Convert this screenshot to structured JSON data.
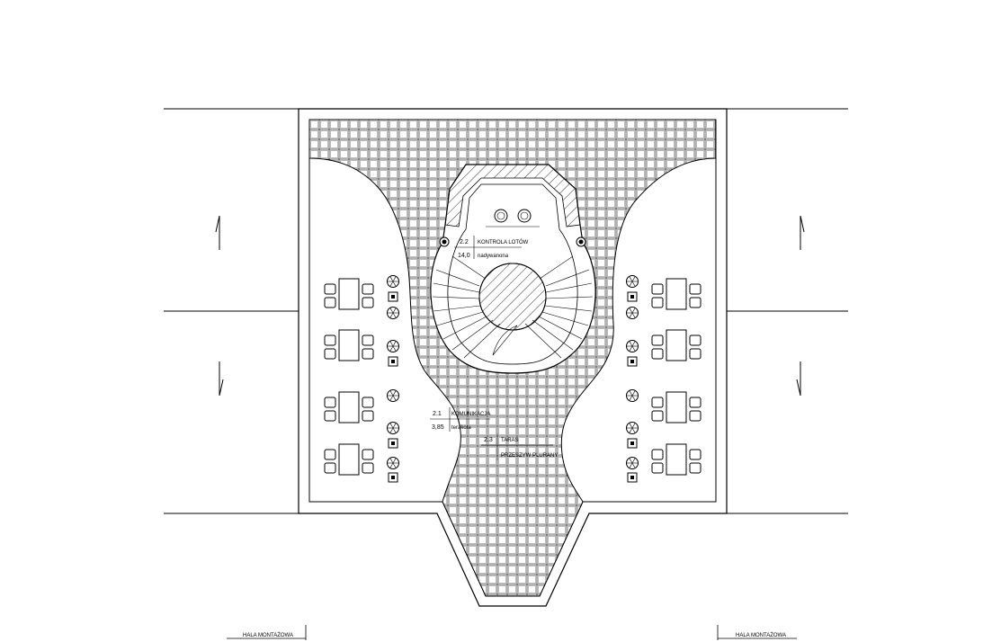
{
  "rooms": {
    "flight_control": {
      "number": "2.2",
      "name": "KONTROLA LOTÓW",
      "area": "14,0",
      "finish": "nadywanona"
    },
    "communication": {
      "number": "2.1",
      "name": "KOMUNIKACJA",
      "area": "3,85",
      "finish": "terakota"
    },
    "terrace": {
      "number": "2.3",
      "name": "TARAS",
      "note": "PRZESZYW PLURANY"
    }
  },
  "halls": {
    "left": "HALA MONTAŻOWA",
    "right": "HALA MONTAŻOWA"
  },
  "furniture": {
    "table_groups_per_side": 4,
    "chairs_per_table": 4,
    "plant_pots_per_side": 6
  }
}
